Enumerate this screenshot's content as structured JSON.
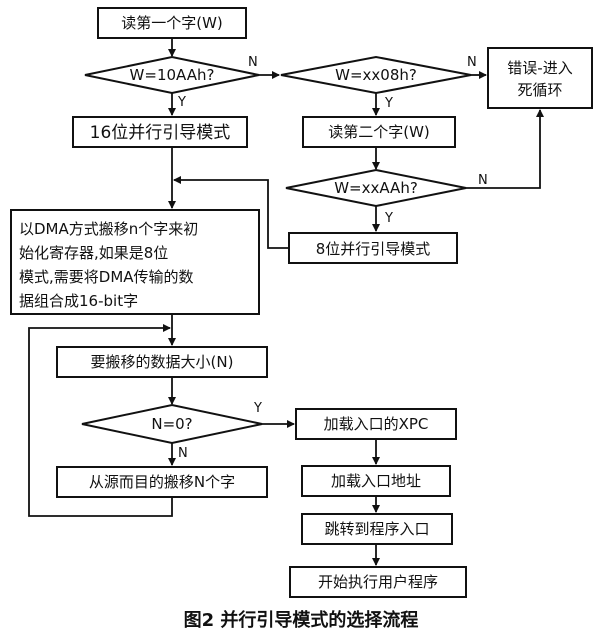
{
  "nodes": {
    "read_first_word": "读第一个字(W)",
    "cond_w_10aah": "W=10AAh?",
    "cond_w_xx08h": "W=xx08h?",
    "error_loop": [
      "错误-进入",
      "死循环"
    ],
    "mode16": "16位并行引导模式",
    "read_second_word": "读第二个字(W)",
    "cond_w_xxaah": "W=xxAAh?",
    "dma_init": [
      "以DMA方式搬移n个字来初",
      "始化寄存器,如果是8位",
      "模式,需要将DMA传输的数",
      "据组合成16-bit字"
    ],
    "mode8": "8位并行引导模式",
    "size_to_move": "要搬移的数据大小(N)",
    "cond_n_zero": "N=0?",
    "move_n_words": "从源而目的搬移N个字",
    "load_xpc": "加载入口的XPC",
    "load_entry_addr": "加载入口地址",
    "jump_entry": "跳转到程序入口",
    "run_user_program": "开始执行用户程序"
  },
  "labels": {
    "yes": "Y",
    "no": "N"
  },
  "caption": "图2 并行引导模式的选择流程"
}
